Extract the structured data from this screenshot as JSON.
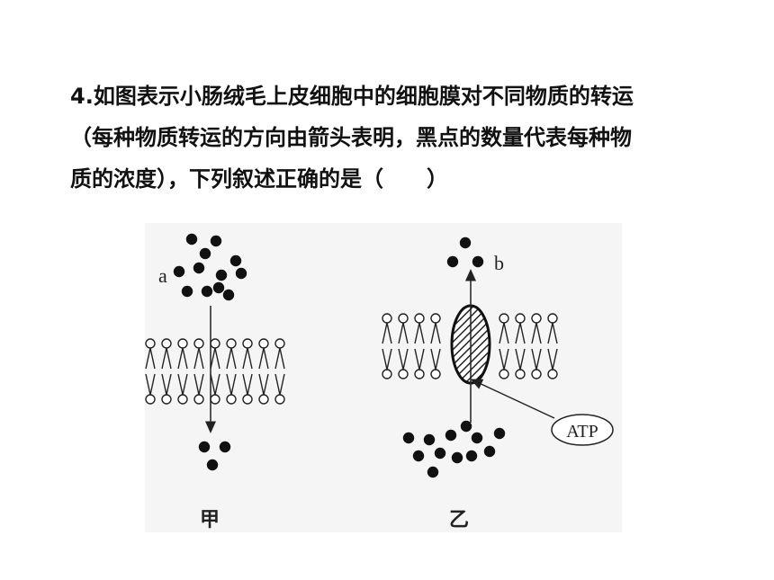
{
  "question": {
    "lines": [
      "4.如图表示小肠绒毛上皮细胞中的细胞膜对不同物质的转运",
      "（每种物质转运的方向由箭头表明，黑点的数量代表每种物",
      "质的浓度），下列叙述正确的是（　　）"
    ]
  },
  "figure": {
    "left_panel": {
      "substance_label": "a",
      "caption": "甲"
    },
    "right_panel": {
      "substance_label": "b",
      "energy_label": "ATP",
      "caption": "乙"
    }
  }
}
